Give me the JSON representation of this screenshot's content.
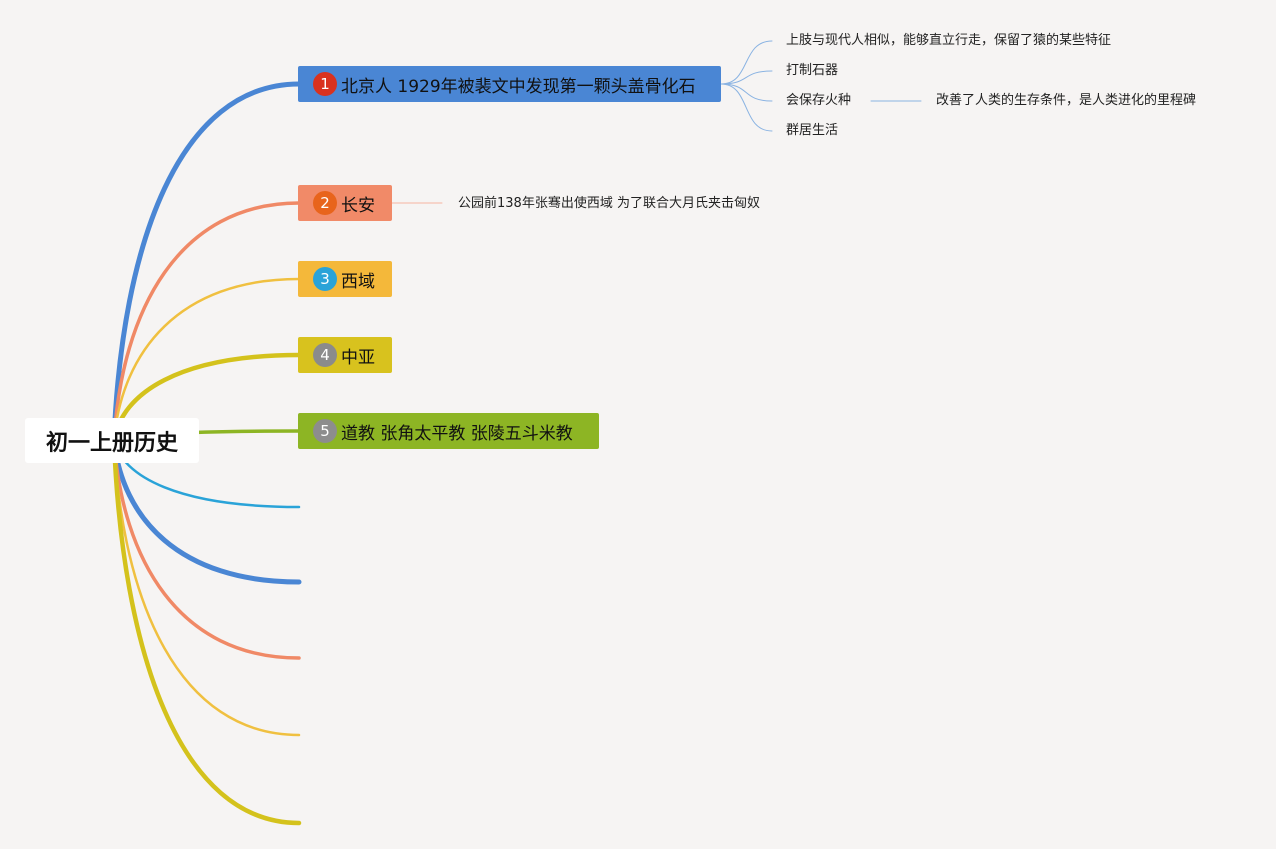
{
  "root": {
    "label": "初一上册历史"
  },
  "topics": [
    {
      "number": "1",
      "label": "北京人 1929年被裴文中发现第一颗头盖骨化石",
      "fill": "#4a86d4",
      "badge": "#d9321f",
      "line": "#4a86d4"
    },
    {
      "number": "2",
      "label": "长安",
      "fill": "#f18a68",
      "badge": "#e8641c",
      "line": "#f08966"
    },
    {
      "number": "3",
      "label": "西域",
      "fill": "#f4b83a",
      "badge": "#2aa3d8",
      "line": "#f0c040"
    },
    {
      "number": "4",
      "label": "中亚",
      "fill": "#d8c21e",
      "badge": "#8b8b8b",
      "line": "#d4c21c"
    },
    {
      "number": "5",
      "label": "道教 张角太平教 张陵五斗米教",
      "fill": "#8db524",
      "badge": "#8d8d8d",
      "line": "#8db524"
    }
  ],
  "subtopics": {
    "beijing_man": [
      "上肢与现代人相似，能够直立行走，保留了猿的某些特征",
      "打制石器",
      "会保存火种",
      "群居生活"
    ],
    "fire_note": "改善了人类的生存条件，是人类进化的里程碑",
    "changan_note": "公园前138年张骞出使西域 为了联合大月氏夹击匈奴"
  },
  "empty_branch_colors": [
    "#2aa3d8",
    "#4a86d4",
    "#f08966",
    "#f0c040",
    "#d4c21c"
  ],
  "sub_line_color": "#8ab3e2",
  "note_line_color": "#f5b3a0"
}
